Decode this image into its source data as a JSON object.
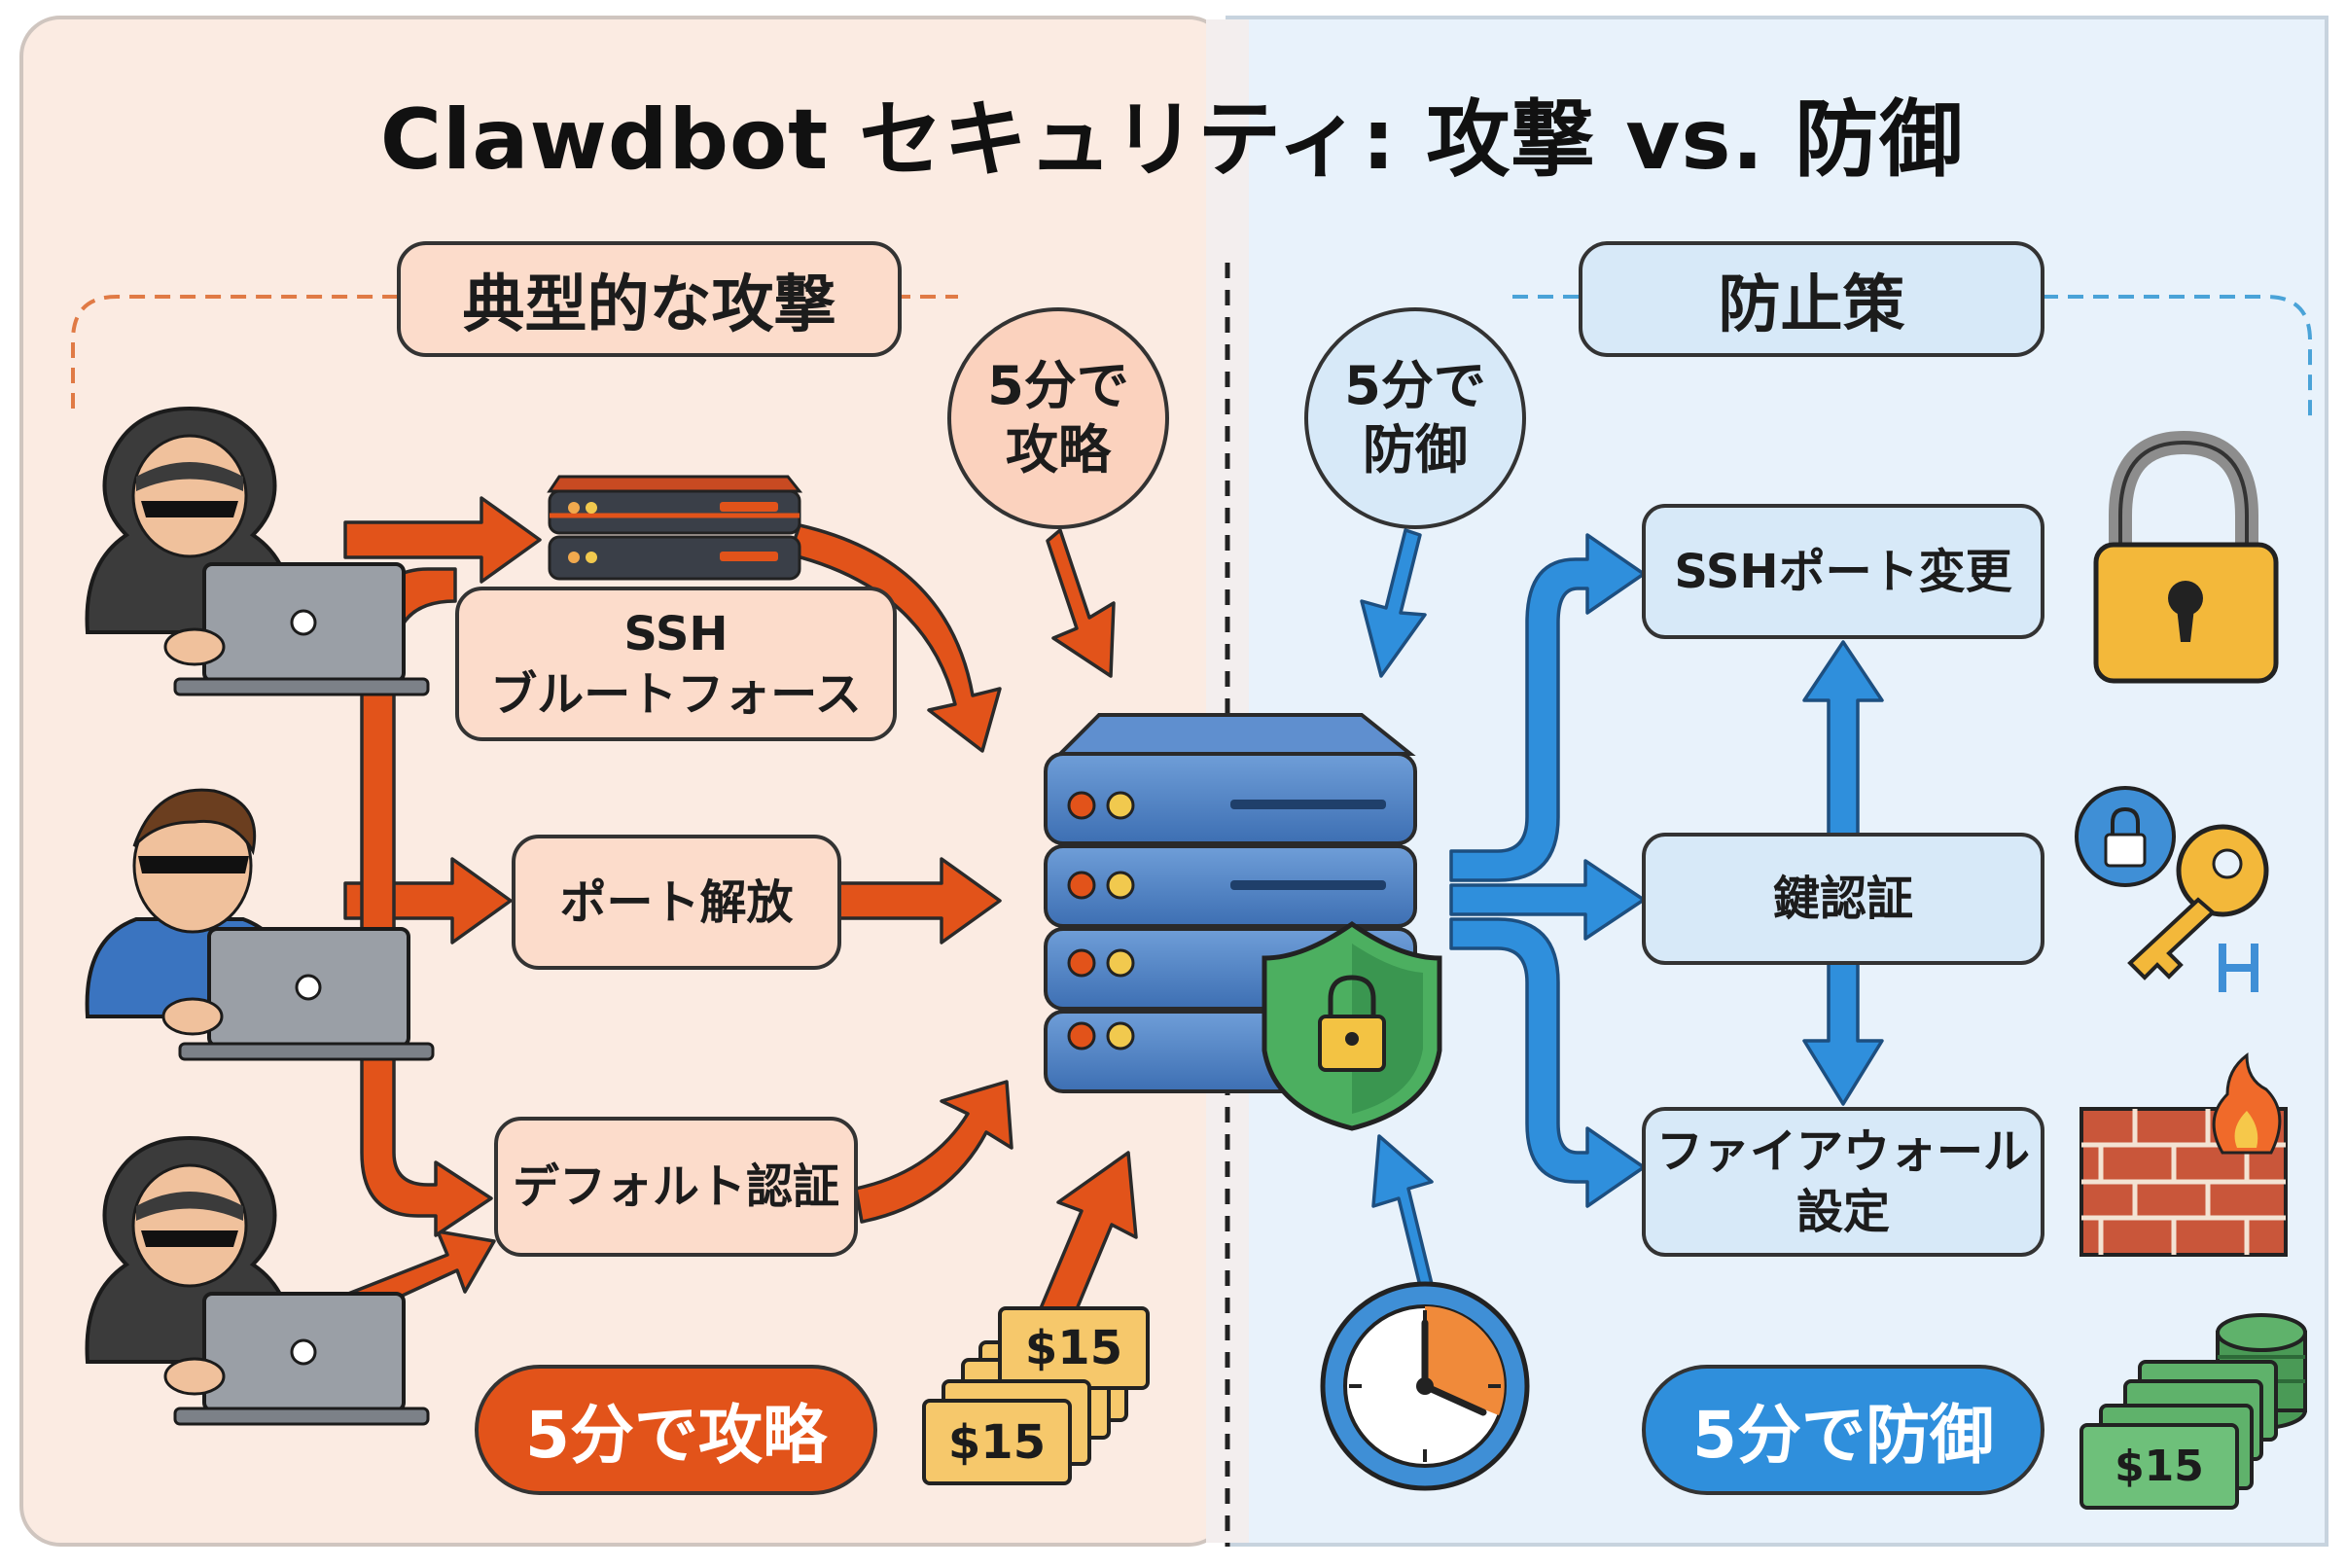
{
  "title": "Clawdbot セキュリティ: 攻撃 vs. 防御",
  "colors": {
    "attack_bg": "#fbebe2",
    "defense_bg": "#e8f2fb",
    "attack_accent": "#e2531a",
    "defense_accent": "#2f8fdc",
    "attack_box": "#fcdccb",
    "defense_box": "#d7e9f8"
  },
  "attack": {
    "section_title": "典型的な攻撃",
    "speed_bubble": "5分で\n攻略",
    "items": [
      "SSH\nブルートフォース",
      "ポート解放",
      "デフォルト認証"
    ],
    "footer_pill": "5分で攻略",
    "cost_label": "$15",
    "icons": [
      "hooded-hacker-icon",
      "masked-hacker-icon",
      "hooded-hacker-icon",
      "server-rack-icon",
      "money-stack-icon"
    ]
  },
  "defense": {
    "section_title": "防止策",
    "speed_bubble": "5分で\n防御",
    "items": [
      "SSHポート変更",
      "鍵認証",
      "ファイアウォール\n設定"
    ],
    "footer_pill": "5分で防御",
    "cost_label": "$15",
    "icons": [
      "padlock-icon",
      "key-icon",
      "firewall-icon",
      "stopwatch-icon",
      "cash-stack-icon"
    ]
  },
  "center": {
    "icons": [
      "server-icon",
      "shield-lock-icon"
    ]
  }
}
